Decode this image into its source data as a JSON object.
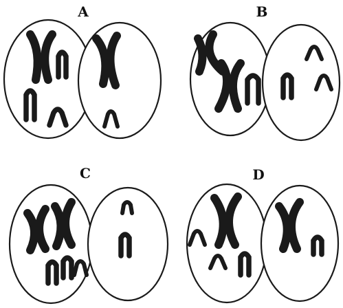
{
  "panels": [
    {
      "id": "A",
      "label": "A"
    },
    {
      "id": "B",
      "label": "B"
    },
    {
      "id": "C",
      "label": "C"
    },
    {
      "id": "D",
      "label": "D"
    }
  ],
  "colors": {
    "ink": "#1a1a1a",
    "background": "#ffffff"
  }
}
